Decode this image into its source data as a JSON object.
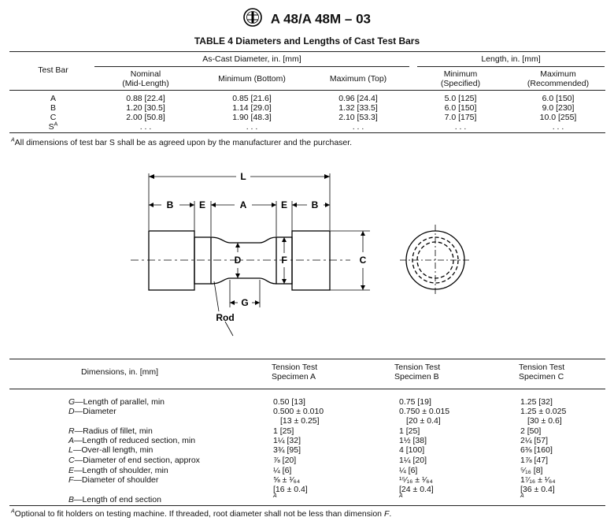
{
  "header": {
    "designation": "A 48/A 48M – 03"
  },
  "table4": {
    "title": "TABLE 4   Diameters and Lengths of Cast Test Bars",
    "col_test_bar": "Test Bar",
    "group_diameter": "As-Cast Diameter, in. [mm]",
    "group_length": "Length, in. [mm]",
    "sub_headers": [
      [
        "Nominal",
        "(Mid-Length)"
      ],
      [
        "Minimum (Bottom)"
      ],
      [
        "Maximum (Top)"
      ],
      [
        "Minimum",
        "(Specified)"
      ],
      [
        "Maximum",
        "(Recommended)"
      ]
    ],
    "rows": [
      {
        "bar": "A",
        "sup": "",
        "cells": [
          "0.88 [22.4]",
          "0.85 [21.6]",
          "0.96 [24.4]",
          "5.0 [125]",
          "6.0 [150]"
        ]
      },
      {
        "bar": "B",
        "sup": "",
        "cells": [
          "1.20 [30.5]",
          "1.14 [29.0]",
          "1.32 [33.5]",
          "6.0 [150]",
          "9.0 [230]"
        ]
      },
      {
        "bar": "C",
        "sup": "",
        "cells": [
          "2.00 [50.8]",
          "1.90 [48.3]",
          "2.10 [53.3]",
          "7.0 [175]",
          "10.0 [255]"
        ]
      },
      {
        "bar": "S",
        "sup": "A",
        "cells": [
          ". . .",
          ". . .",
          ". . .",
          ". . .",
          ". . ."
        ]
      }
    ],
    "footnote_mark": "A",
    "footnote": "All dimensions of test bar S shall be as agreed upon by the manufacturer and the purchaser."
  },
  "figure": {
    "labels": {
      "L": "L",
      "B": "B",
      "E": "E",
      "A": "A",
      "D": "D",
      "F": "F",
      "C": "C",
      "G": "G",
      "rod": "Rod"
    }
  },
  "table5": {
    "col_dim": "Dimensions, in. [mm]",
    "col_a": [
      "Tension Test",
      "Specimen A"
    ],
    "col_b": [
      "Tension Test",
      "Specimen B"
    ],
    "col_c": [
      "Tension Test",
      "Specimen C"
    ],
    "rows": [
      {
        "sym": "G",
        "desc": "—Length of parallel, min",
        "a": "0.50 [13]",
        "b": "0.75 [19]",
        "c": "1.25 [32]"
      },
      {
        "sym": "D",
        "desc": "—Diameter",
        "a": "0.500 ± 0.010",
        "b": "0.750 ± 0.015",
        "c": "1.25 ± 0.025",
        "a2": "[13 ± 0.25]",
        "b2": "[20 ± 0.4]",
        "c2": "[30 ± 0.6]"
      },
      {
        "sym": "R",
        "desc": "—Radius of fillet, min",
        "a": "1 [25]",
        "b": "1 [25]",
        "c": "2 [50]"
      },
      {
        "sym": "A",
        "desc": "—Length of reduced section, min",
        "a": "1¼ [32]",
        "b": "1½ [38]",
        "c": "2¼ [57]"
      },
      {
        "sym": "L",
        "desc": "—Over-all length, min",
        "a": "3¾ [95]",
        "b": "4 [100]",
        "c": "6⅜ [160]"
      },
      {
        "sym": "C",
        "desc": "—Diameter of end section, approx",
        "a": "⅞ [20]",
        "b": "1¼ [20]",
        "c": "1⅞ [47]"
      },
      {
        "sym": "E",
        "desc": "—Length of shoulder, min",
        "a": "¼ [6]",
        "b": "¼ [6]",
        "c": "⁵⁄₁₆ [8]"
      },
      {
        "sym": "F",
        "desc": "—Diameter of shoulder",
        "a": "⅝ ± ¹⁄₆₄",
        "b": "¹⁵⁄₁₆ ± ¹⁄₆₄",
        "c": "1⁷⁄₁₆ ± ¹⁄₆₄",
        "a2": "[16 ± 0.4]",
        "b2": "[24 ± 0.4]",
        "c2": "[36 ± 0.4]"
      },
      {
        "sym": "B",
        "desc": "—Length of end section",
        "a": "A",
        "b": "A",
        "c": "A"
      }
    ],
    "footnote_mark": "A",
    "footnote_pre": "Optional to fit holders on testing machine. If threaded, root diameter shall not be less than dimension ",
    "footnote_sym": "F",
    "footnote_post": "."
  }
}
